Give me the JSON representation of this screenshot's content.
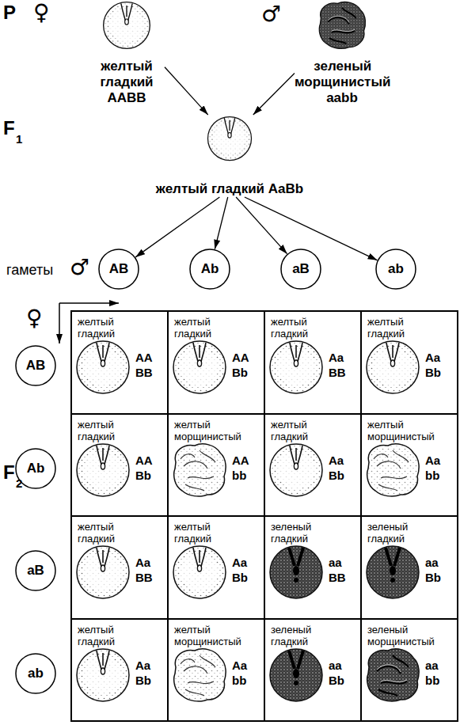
{
  "diagram": {
    "nodes": [
      {
        "text": [
          "желтый гладкий",
          "AABB"
        ]
      },
      {
        "text": [
          "зеленый морщинистый",
          "aabb"
        ]
      },
      {
        "text": [
          "желтый гладкий AaBb"
        ]
      },
      {
        "text": [
          "AB"
        ]
      },
      {
        "text": [
          "Ab"
        ]
      },
      {
        "text": [
          "aB"
        ]
      },
      {
        "text": [
          "ab"
        ]
      },
      {
        "text": [
          "AB"
        ]
      },
      {
        "text": [
          "желтый гладкий",
          "AA BB"
        ]
      },
      {
        "text": [
          "желтый гладкий",
          "AA Bb"
        ]
      },
      {
        "text": [
          "желтый гладкий",
          "Aa BB"
        ]
      },
      {
        "text": [
          "желтый гладкий",
          "Aa Bb"
        ]
      },
      {
        "text": [
          "Ab"
        ]
      },
      {
        "text": [
          "желтый гладкий",
          "AA Bb"
        ]
      },
      {
        "text": [
          "желтый морщинистый",
          "AA bb"
        ]
      },
      {
        "text": [
          "желтый гладкий",
          "Aa Bb"
        ]
      },
      {
        "text": [
          "желтый морщинистый",
          "Aa bb"
        ]
      },
      {
        "text": [
          "aB"
        ]
      },
      {
        "text": [
          "желтый гладкий",
          "Aa BB"
        ]
      },
      {
        "text": [
          "желтый гладкий",
          "Aa Bb"
        ]
      },
      {
        "text": [
          "зеленый гладкий",
          "aa BB"
        ]
      },
      {
        "text": [
          "зеленый гладкий",
          "aa Bb"
        ]
      },
      {
        "text": [
          "ab"
        ]
      },
      {
        "text": [
          "желтый гладкий",
          "Aa Bb"
        ]
      },
      {
        "text": [
          "желтый морщинистый",
          "Aa bb"
        ]
      },
      {
        "text": [
          "зеленый гладкий",
          "aa Bb"
        ]
      },
      {
        "text": [
          "зеленый морщинистый",
          "aa bb"
        ]
      }
    ],
    "edges": [
      {
        "from": 0,
        "to": 2,
        "arrow": "to"
      },
      {
        "from": 1,
        "to": 2,
        "arrow": "to"
      },
      {
        "from": 2,
        "to": 3,
        "arrow": "to"
      },
      {
        "from": 2,
        "to": 4,
        "arrow": "to"
      },
      {
        "from": 2,
        "to": 5,
        "arrow": "to"
      },
      {
        "from": 2,
        "to": 6,
        "arrow": "to"
      }
    ],
    "labels": [
      "P",
      "♀",
      "♂",
      "F",
      "1",
      "гаметы",
      "♂",
      "♀",
      "F",
      "2"
    ]
  }
}
